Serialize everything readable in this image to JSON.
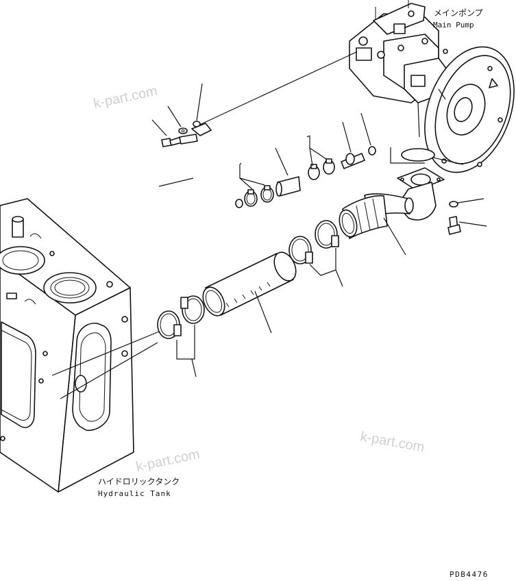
{
  "labels": {
    "main_pump_jp": "メインポンプ",
    "main_pump_en": "Main Pump",
    "hydraulic_tank_jp": "ハイドロリックタンク",
    "hydraulic_tank_en": "Hydraulic Tank",
    "drawing_number": "PDB4476"
  },
  "watermarks": [
    "k-part.com",
    "k-part.com",
    "k-part.com"
  ],
  "colors": {
    "line": "#111111",
    "background": "#ffffff",
    "watermark": "#cfcfcf"
  }
}
